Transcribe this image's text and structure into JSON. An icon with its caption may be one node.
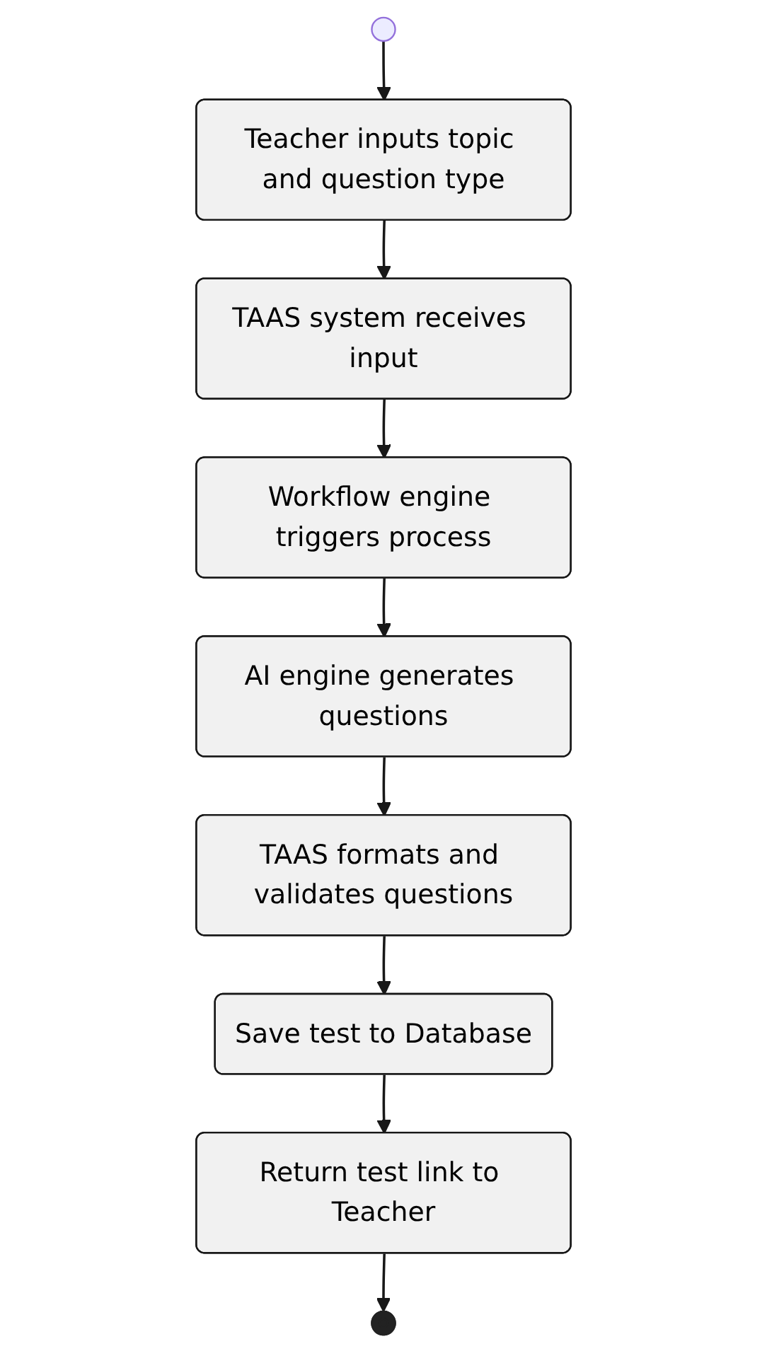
{
  "diagram": {
    "nodes": [
      {
        "text": [],
        "shape": "circle"
      },
      {
        "text": [
          "Teacher inputs topic and question type"
        ]
      },
      {
        "text": [
          "TAAS system receives input"
        ]
      },
      {
        "text": [
          "Workflow engine triggers process"
        ]
      },
      {
        "text": [
          "AI engine generates questions"
        ]
      },
      {
        "text": [
          "TAAS formats and validates questions"
        ]
      },
      {
        "text": [
          "Save test to Database"
        ]
      },
      {
        "text": [
          "Return test link to Teacher"
        ]
      },
      {
        "text": [],
        "shape": "circle"
      }
    ],
    "edges": [
      {
        "from": 0,
        "to": 1,
        "arrow": "to"
      },
      {
        "from": 1,
        "to": 2,
        "arrow": "to"
      },
      {
        "from": 2,
        "to": 3,
        "arrow": "to"
      },
      {
        "from": 3,
        "to": 4,
        "arrow": "to"
      },
      {
        "from": 4,
        "to": 5,
        "arrow": "to"
      },
      {
        "from": 5,
        "to": 6,
        "arrow": "to"
      },
      {
        "from": 6,
        "to": 7,
        "arrow": "to"
      },
      {
        "from": 7,
        "to": 8,
        "arrow": "to"
      }
    ]
  }
}
